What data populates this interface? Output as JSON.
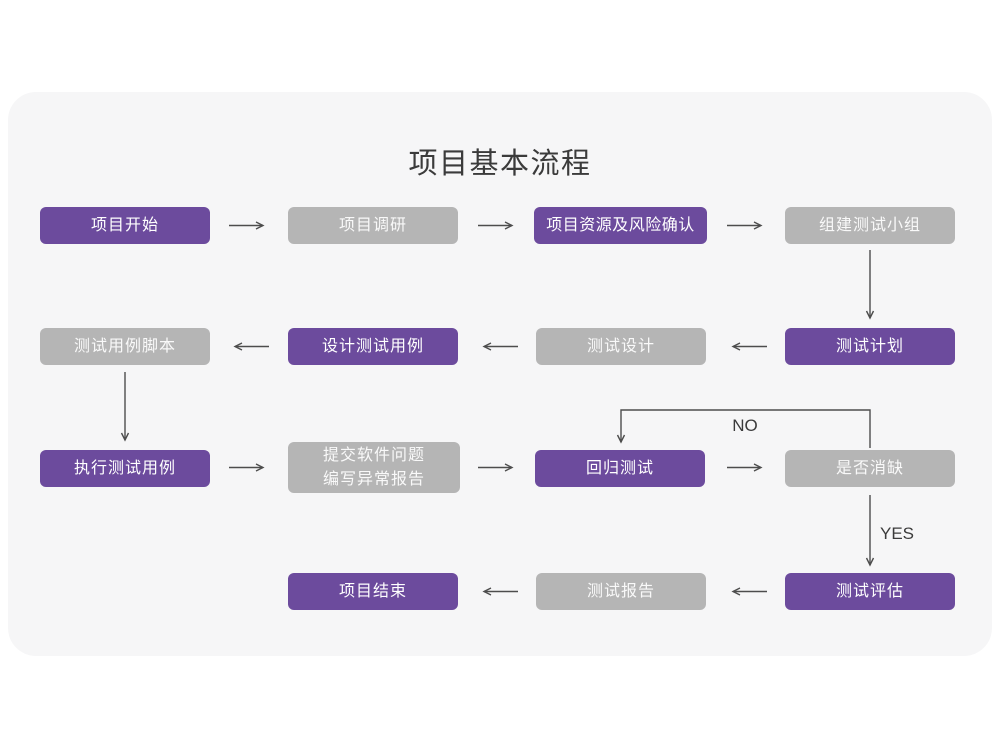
{
  "title": "项目基本流程",
  "labels": {
    "no": "NO",
    "yes": "YES"
  },
  "colors": {
    "node_purple": "#6c4b9d",
    "node_gray": "#b5b5b5",
    "card_background": "#f6f6f7",
    "arrow": "#4d4d4d",
    "title_text": "#3b3b3b",
    "node_text": "#ffffff"
  },
  "flowchart": {
    "nodes": [
      {
        "label": "项目开始",
        "style": "purple"
      },
      {
        "label": "项目调研",
        "style": "gray"
      },
      {
        "label": "项目资源及风险确认",
        "style": "purple"
      },
      {
        "label": "组建测试小组",
        "style": "gray"
      },
      {
        "label": "测试计划",
        "style": "purple"
      },
      {
        "label": "测试设计",
        "style": "gray"
      },
      {
        "label": "设计测试用例",
        "style": "purple"
      },
      {
        "label": "测试用例脚本",
        "style": "gray"
      },
      {
        "label": "执行测试用例",
        "style": "purple"
      },
      {
        "label": "提交软件问题\n编写异常报告",
        "style": "gray"
      },
      {
        "label": "回归测试",
        "style": "purple"
      },
      {
        "label": "是否消缺",
        "style": "gray"
      },
      {
        "label": "测试评估",
        "style": "purple"
      },
      {
        "label": "测试报告",
        "style": "gray"
      },
      {
        "label": "项目结束",
        "style": "purple"
      }
    ],
    "edges": [
      {
        "from": "项目开始",
        "to": "项目调研"
      },
      {
        "from": "项目调研",
        "to": "项目资源及风险确认"
      },
      {
        "from": "项目资源及风险确认",
        "to": "组建测试小组"
      },
      {
        "from": "组建测试小组",
        "to": "测试计划"
      },
      {
        "from": "测试计划",
        "to": "测试设计"
      },
      {
        "from": "测试设计",
        "to": "设计测试用例"
      },
      {
        "from": "设计测试用例",
        "to": "测试用例脚本"
      },
      {
        "from": "测试用例脚本",
        "to": "执行测试用例"
      },
      {
        "from": "执行测试用例",
        "to": "提交软件问题 编写异常报告"
      },
      {
        "from": "提交软件问题 编写异常报告",
        "to": "回归测试"
      },
      {
        "from": "回归测试",
        "to": "是否消缺"
      },
      {
        "from": "是否消缺",
        "to": "回归测试",
        "label": "NO"
      },
      {
        "from": "是否消缺",
        "to": "测试评估",
        "label": "YES"
      },
      {
        "from": "测试评估",
        "to": "测试报告"
      },
      {
        "from": "测试报告",
        "to": "项目结束"
      }
    ]
  }
}
